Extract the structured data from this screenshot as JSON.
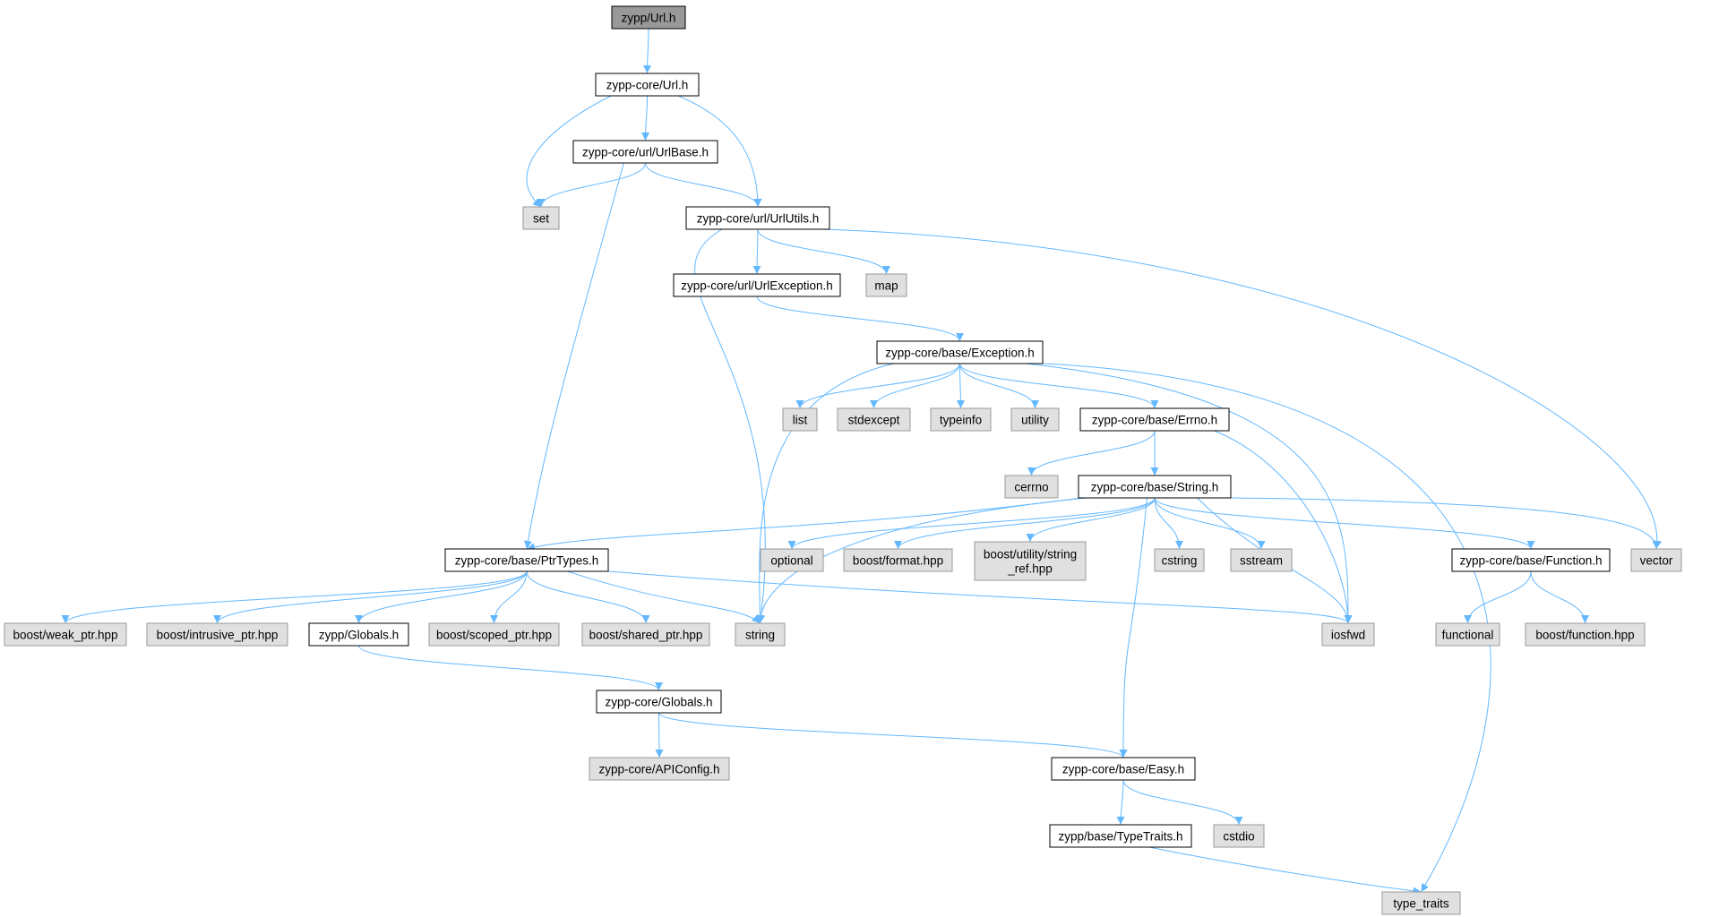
{
  "diagram": {
    "type": "include-dependency-graph",
    "colors": {
      "edge": "#63b8ff",
      "root_fill": "#999999",
      "node_fill": "#ffffff",
      "node_stroke": "#000000",
      "system_fill": "#e0e0e0",
      "system_stroke": "#999999"
    },
    "nodes": [
      {
        "id": "url_h",
        "label": "zypp/Url.h",
        "kind": "root"
      },
      {
        "id": "core_url",
        "label": "zypp-core/Url.h",
        "kind": "file"
      },
      {
        "id": "urlbase",
        "label": "zypp-core/url/UrlBase.h",
        "kind": "file"
      },
      {
        "id": "set",
        "label": "set",
        "kind": "system"
      },
      {
        "id": "urlutils",
        "label": "zypp-core/url/UrlUtils.h",
        "kind": "file"
      },
      {
        "id": "urlexc",
        "label": "zypp-core/url/UrlException.h",
        "kind": "file"
      },
      {
        "id": "map",
        "label": "map",
        "kind": "system"
      },
      {
        "id": "exception",
        "label": "zypp-core/base/Exception.h",
        "kind": "file"
      },
      {
        "id": "list",
        "label": "list",
        "kind": "system"
      },
      {
        "id": "stdexcept",
        "label": "stdexcept",
        "kind": "system"
      },
      {
        "id": "typeinfo",
        "label": "typeinfo",
        "kind": "system"
      },
      {
        "id": "utility",
        "label": "utility",
        "kind": "system"
      },
      {
        "id": "errno_h",
        "label": "zypp-core/base/Errno.h",
        "kind": "file"
      },
      {
        "id": "cerrno",
        "label": "cerrno",
        "kind": "system"
      },
      {
        "id": "string_h",
        "label": "zypp-core/base/String.h",
        "kind": "file"
      },
      {
        "id": "ptrtypes",
        "label": "zypp-core/base/PtrTypes.h",
        "kind": "file"
      },
      {
        "id": "optional",
        "label": "optional",
        "kind": "system"
      },
      {
        "id": "bformat",
        "label": "boost/format.hpp",
        "kind": "system"
      },
      {
        "id": "bstrref",
        "label": "boost/utility/string_ref.hpp",
        "lines": [
          "boost/utility/string",
          "_ref.hpp"
        ],
        "kind": "system"
      },
      {
        "id": "cstring",
        "label": "cstring",
        "kind": "system"
      },
      {
        "id": "sstream",
        "label": "sstream",
        "kind": "system"
      },
      {
        "id": "function_h",
        "label": "zypp-core/base/Function.h",
        "kind": "file"
      },
      {
        "id": "vector",
        "label": "vector",
        "kind": "system"
      },
      {
        "id": "bweak",
        "label": "boost/weak_ptr.hpp",
        "kind": "system"
      },
      {
        "id": "bintr",
        "label": "boost/intrusive_ptr.hpp",
        "kind": "system"
      },
      {
        "id": "globals",
        "label": "zypp/Globals.h",
        "kind": "file"
      },
      {
        "id": "bscoped",
        "label": "boost/scoped_ptr.hpp",
        "kind": "system"
      },
      {
        "id": "bshared",
        "label": "boost/shared_ptr.hpp",
        "kind": "system"
      },
      {
        "id": "string",
        "label": "string",
        "kind": "system"
      },
      {
        "id": "iosfwd",
        "label": "iosfwd",
        "kind": "system"
      },
      {
        "id": "functional",
        "label": "functional",
        "kind": "system"
      },
      {
        "id": "bfunc",
        "label": "boost/function.hpp",
        "kind": "system"
      },
      {
        "id": "core_globals",
        "label": "zypp-core/Globals.h",
        "kind": "file"
      },
      {
        "id": "apiconfig",
        "label": "zypp-core/APIConfig.h",
        "kind": "system"
      },
      {
        "id": "easy",
        "label": "zypp-core/base/Easy.h",
        "kind": "file"
      },
      {
        "id": "typetraits_h",
        "label": "zypp/base/TypeTraits.h",
        "kind": "file"
      },
      {
        "id": "cstdio",
        "label": "cstdio",
        "kind": "system"
      },
      {
        "id": "type_traits",
        "label": "type_traits",
        "kind": "system"
      }
    ],
    "edges": [
      [
        "url_h",
        "core_url"
      ],
      [
        "core_url",
        "set"
      ],
      [
        "core_url",
        "urlbase"
      ],
      [
        "core_url",
        "urlutils"
      ],
      [
        "urlbase",
        "set"
      ],
      [
        "urlbase",
        "urlutils"
      ],
      [
        "urlbase",
        "ptrtypes"
      ],
      [
        "urlutils",
        "string"
      ],
      [
        "urlutils",
        "urlexc"
      ],
      [
        "urlutils",
        "map"
      ],
      [
        "urlutils",
        "vector"
      ],
      [
        "urlexc",
        "exception"
      ],
      [
        "exception",
        "string"
      ],
      [
        "exception",
        "list"
      ],
      [
        "exception",
        "stdexcept"
      ],
      [
        "exception",
        "typeinfo"
      ],
      [
        "exception",
        "utility"
      ],
      [
        "exception",
        "errno_h"
      ],
      [
        "exception",
        "iosfwd"
      ],
      [
        "exception",
        "type_traits"
      ],
      [
        "errno_h",
        "cerrno"
      ],
      [
        "errno_h",
        "string_h"
      ],
      [
        "errno_h",
        "iosfwd"
      ],
      [
        "string_h",
        "ptrtypes"
      ],
      [
        "string_h",
        "string"
      ],
      [
        "string_h",
        "optional"
      ],
      [
        "string_h",
        "bformat"
      ],
      [
        "string_h",
        "bstrref"
      ],
      [
        "string_h",
        "cstring"
      ],
      [
        "string_h",
        "sstream"
      ],
      [
        "string_h",
        "iosfwd"
      ],
      [
        "string_h",
        "function_h"
      ],
      [
        "string_h",
        "vector"
      ],
      [
        "string_h",
        "easy"
      ],
      [
        "function_h",
        "functional"
      ],
      [
        "function_h",
        "bfunc"
      ],
      [
        "ptrtypes",
        "bweak"
      ],
      [
        "ptrtypes",
        "bintr"
      ],
      [
        "ptrtypes",
        "globals"
      ],
      [
        "ptrtypes",
        "bscoped"
      ],
      [
        "ptrtypes",
        "bshared"
      ],
      [
        "ptrtypes",
        "string"
      ],
      [
        "ptrtypes",
        "iosfwd"
      ],
      [
        "globals",
        "core_globals"
      ],
      [
        "core_globals",
        "apiconfig"
      ],
      [
        "core_globals",
        "easy"
      ],
      [
        "easy",
        "typetraits_h"
      ],
      [
        "easy",
        "cstdio"
      ],
      [
        "typetraits_h",
        "type_traits"
      ]
    ]
  }
}
